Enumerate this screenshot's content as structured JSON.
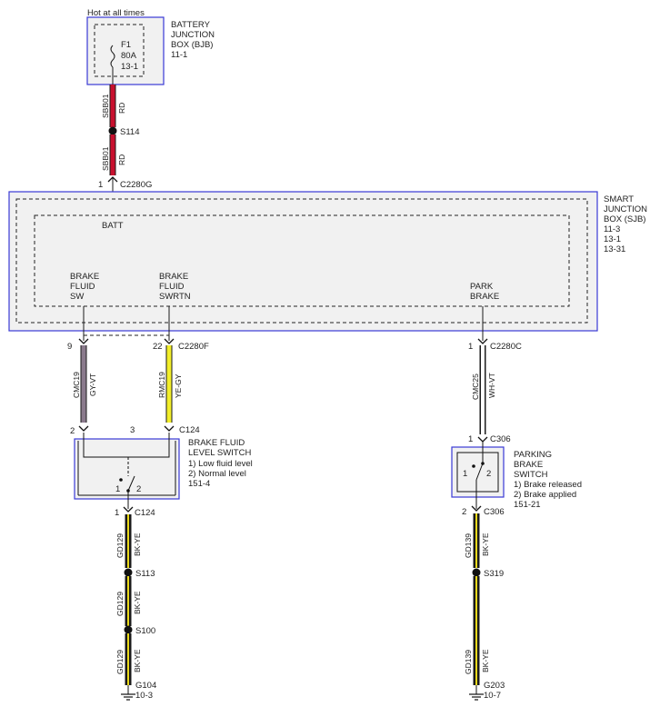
{
  "top_note": "Hot at all times",
  "battery_box": {
    "name": [
      "BATTERY",
      "JUNCTION",
      "BOX (BJB)"
    ],
    "ref": "11-1"
  },
  "fuse": {
    "id": "F1",
    "rating": "80A",
    "ref": "13-1"
  },
  "wires": {
    "sbb01_a": {
      "circuit": "SBB01",
      "color": "RD"
    },
    "sbb01_b": {
      "circuit": "SBB01",
      "color": "RD"
    },
    "cmc19": {
      "circuit": "CMC19",
      "color": "GY-VT"
    },
    "rmc19": {
      "circuit": "RMC19",
      "color": "YE-GY"
    },
    "cmc25": {
      "circuit": "CMC25",
      "color": "WH-VT"
    },
    "gd129_a": {
      "circuit": "GD129",
      "color": "BK-YE"
    },
    "gd129_b": {
      "circuit": "GD129",
      "color": "BK-YE"
    },
    "gd129_c": {
      "circuit": "GD129",
      "color": "BK-YE"
    },
    "gd139_a": {
      "circuit": "GD139",
      "color": "BK-YE"
    },
    "gd139_b": {
      "circuit": "GD139",
      "color": "BK-YE"
    }
  },
  "splices": {
    "s114": "S114",
    "s113": "S113",
    "s100": "S100",
    "s319": "S319"
  },
  "connectors": {
    "c2280g": {
      "pin": "1",
      "name": "C2280G"
    },
    "c2280f_9": {
      "pin": "9"
    },
    "c2280f_22": {
      "pin": "22",
      "name": "C2280F"
    },
    "c2280c": {
      "pin": "1",
      "name": "C2280C"
    },
    "c124_top_2": {
      "pin": "2"
    },
    "c124_top_3": {
      "pin": "3",
      "name": "C124"
    },
    "c124_bot": {
      "pin": "1",
      "name": "C124"
    },
    "c306_top": {
      "pin": "1",
      "name": "C306"
    },
    "c306_bot": {
      "pin": "2",
      "name": "C306"
    }
  },
  "sjb": {
    "name": [
      "SMART",
      "JUNCTION",
      "BOX (SJB)"
    ],
    "refs": [
      "11-3",
      "13-1",
      "13-31"
    ],
    "pins": {
      "batt": [
        "BATT"
      ],
      "brake_fluid_sw": [
        "BRAKE",
        "FLUID",
        "SW"
      ],
      "brake_fluid_swrtn": [
        "BRAKE",
        "FLUID",
        "SWRTN"
      ],
      "park_brake": [
        "PARK",
        "BRAKE"
      ]
    }
  },
  "brake_fluid_switch": {
    "name": [
      "BRAKE FLUID",
      "LEVEL SWITCH"
    ],
    "states": [
      "1) Low fluid level",
      "2) Normal level"
    ],
    "ref": "151-4",
    "pos1": "1",
    "pos2": "2"
  },
  "parking_brake_switch": {
    "name": [
      "PARKING",
      "BRAKE",
      "SWITCH"
    ],
    "states": [
      "1) Brake released",
      "2) Brake applied"
    ],
    "ref": "151-21",
    "pos1": "1",
    "pos2": "2"
  },
  "grounds": {
    "g104": {
      "name": "G104",
      "ref": "10-3"
    },
    "g203": {
      "name": "G203",
      "ref": "10-7"
    }
  },
  "colors": {
    "red": "#c8102e",
    "gray_violet": "#8a7a8c",
    "yellow": "#f2ee2a",
    "yellow_black": "#e9d81a",
    "white": "#ffffff",
    "box_blue": "#3a3ad6",
    "box_fill": "#f1f1f1",
    "line": "#1a1a1a"
  }
}
